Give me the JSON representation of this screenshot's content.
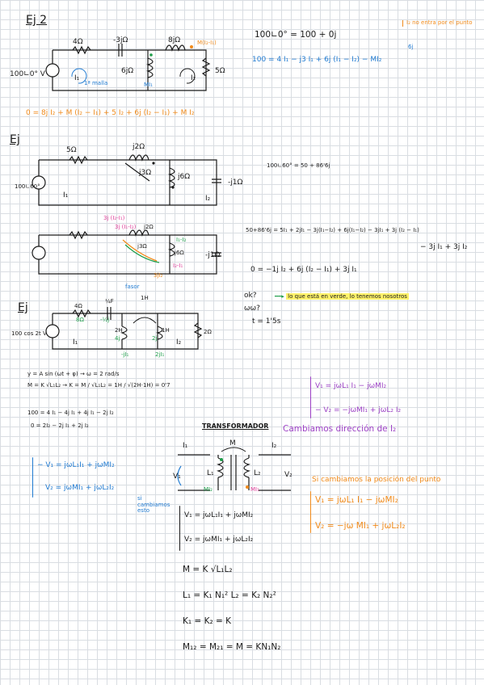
{
  "sections": {
    "ej2_title": "Ej 2",
    "ej_title": "Ej",
    "ej3_title": "Ej"
  },
  "ej2": {
    "labels": {
      "r4": "4Ω",
      "c3": "-3jΩ",
      "l8": "8jΩ",
      "r5": "5Ω",
      "l6": "6jΩ",
      "src": "100∟0° V",
      "mesh1": "1ª malla",
      "mi1": "MI₁",
      "mi12": "M(I₂-I₁)",
      "i1": "I₁",
      "i2": "I₂"
    },
    "note_corner": "I₂ no entra por el punto",
    "eq_phasor": "100∟0° = 100 + 0j",
    "eq_mesh1": "100 = 4 I₁ − j3 I₁ + 6j (I₁ − I₂) − MI₂",
    "eq_mesh1_tag": "6j",
    "eq_mesh2": "0 = 8j I₂ + M (I₂ − I₁) + 5 I₂ + 6j (I₂ − I₁) + M I₂"
  },
  "ej1": {
    "labels": {
      "r5": "5Ω",
      "l2": "j2Ω",
      "l3": "j3Ω",
      "l6": "j6Ω",
      "c1": "-j1Ω",
      "src": "100∟60°",
      "i1": "I₁",
      "i2": "I₂"
    },
    "eq_phasor": "100∟60° = 50 + 86'6j",
    "b_labels": {
      "a": "3j (I₂-I₁)",
      "b": "3j (I₁-I₂)",
      "c": "j2Ω",
      "d": "j3Ω",
      "e": "j6Ω",
      "f": "I₁-I₂",
      "g": "-j1Ω",
      "h": "I₂-I₁",
      "i": "3jI₂"
    },
    "eq1": "50+86'6j = 5I₁ + 2jI₁ − 3j(I₁−I₂) + 6j(I₁−I₂) − 3jI₁ + 3j (I₂ − I₁)",
    "eq1_tail": "− 3j I₁ + 3j I₂",
    "eq2": "0 = −1j I₂ + 6j (I₂ − I₁) + 3j I₁"
  },
  "ej3": {
    "labels": {
      "r4": "4Ω",
      "c": "¼F",
      "m": "1H",
      "l2": "2H",
      "l1": "1H",
      "r2": "2Ω",
      "src": "100 cos 2t V",
      "x8": "8Ω",
      "jt": "-½j",
      "fasor": "fasor",
      "n4": "4j",
      "n2": "2j",
      "i1": "I₁",
      "i2": "I₂",
      "ji1": "-jI₁",
      "ji2": "2jI₁"
    },
    "questions": [
      "ok?",
      "ωω?",
      "t = 1'5s"
    ],
    "legend": "lo que está en verde, lo tenemos nosotros",
    "eq_sin": "y = A sin (ωt + φ) → ω = 2 rad/s",
    "eq_m": "M = K √L₁L₂ → K = M / √L₁L₂ = 1H / √(2H·1H) = 0'7",
    "eq_a": "100 = 4 I₁ − 4j I₁ + 4j I₁ − 2j I₂",
    "eq_b": "0 = 2I₂ − 2j I₁ + 2j I₂",
    "rhs_v1": "V₁ = jωL₁ I₁ − jωMI₂",
    "rhs_v2": "− V₂ = −jωMI₁ + jωL₂ I₂"
  },
  "trafo": {
    "title": "TRANSFORMADOR",
    "change_dir": "Cambiamos dirección de I₂",
    "left_v1": "− V₁ = jωL₁I₁ + jωMI₂",
    "left_v2": "V₂ = jωMI₁ + jωL₂I₂",
    "side_note": "si cambiamos esto",
    "labels": {
      "i1": "I₁",
      "i2": "I₂",
      "m": "M",
      "l1": "L₁",
      "l2": "L₂",
      "v1": "V₁",
      "v2": "V₂",
      "mi2": "MI₂",
      "mi1": "MI₁"
    },
    "right_note": "Si cambiamos la posición del punto",
    "right_v1": "V₁ = jωL₁ I₁ − jωMI₂",
    "right_v2": "V₂ = −jω MI₁ + jωL₂I₂",
    "center_v1": "V₁ = jωL₁I₁ + jωMI₂",
    "center_v2": "V₂ = jωMI₁ + jωL₂I₂",
    "f1": "M = K √L₁L₂",
    "f2": "L₁ = K₁ N₁²    L₂ = K₂ N₂²",
    "f3": "K₁ = K₂ = K",
    "f4": "M₁₂ = M₂₁ = M = KN₁N₂"
  }
}
